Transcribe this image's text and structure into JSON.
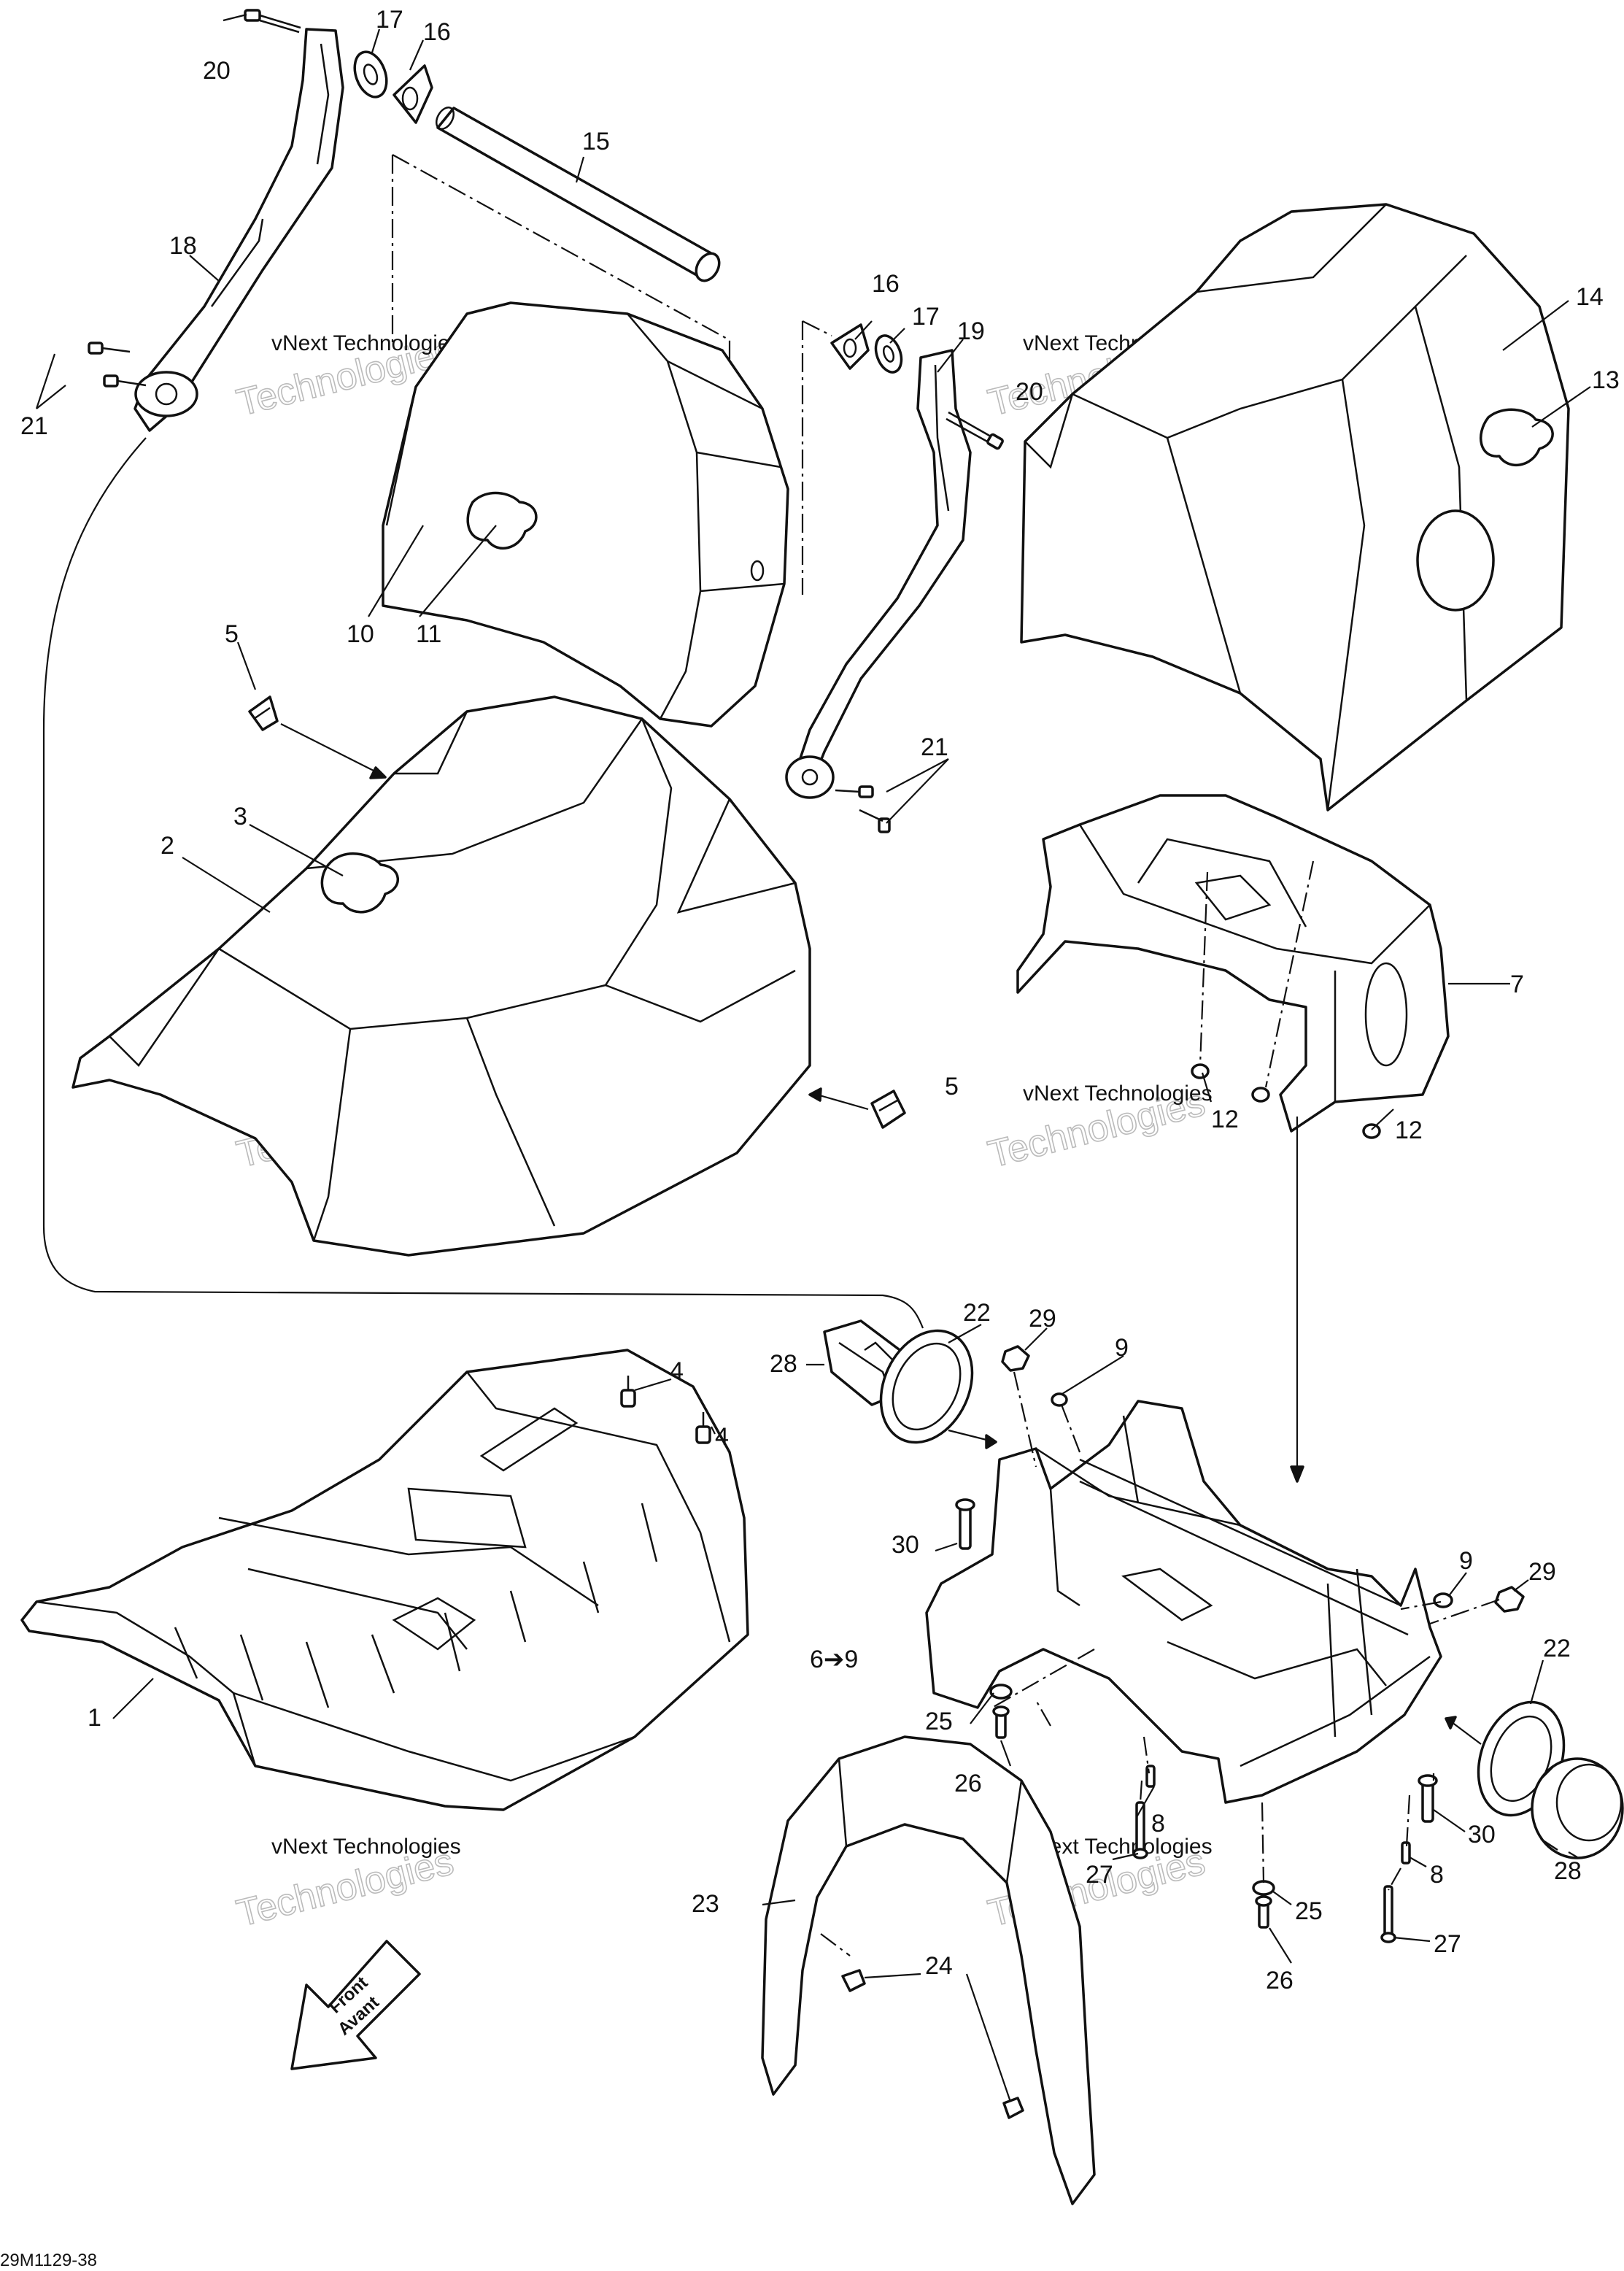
{
  "diagram_code": "29M1129-38",
  "front_arrow": {
    "line1": "Front",
    "line2": "Avant"
  },
  "watermark": {
    "line1": "vNext Technologies",
    "line2": "Technologies",
    "line3": "vNext"
  },
  "callouts": {
    "c1": "1",
    "c2": "2",
    "c3": "3",
    "c4a": "4",
    "c4b": "4",
    "c5a": "5",
    "c5b": "5",
    "c6": "6➔9",
    "c7": "7",
    "c8a": "8",
    "c8b": "8",
    "c9a": "9",
    "c9b": "9",
    "c10": "10",
    "c11": "11",
    "c12a": "12",
    "c12b": "12",
    "c13": "13",
    "c14": "14",
    "c15": "15",
    "c16a": "16",
    "c16b": "16",
    "c17a": "17",
    "c17b": "17",
    "c18": "18",
    "c19": "19",
    "c20a": "20",
    "c20b": "20",
    "c21a": "21",
    "c21b": "21",
    "c22a": "22",
    "c22b": "22",
    "c23": "23",
    "c24": "24",
    "c25a": "25",
    "c25b": "25",
    "c26a": "26",
    "c26b": "26",
    "c27a": "27",
    "c27b": "27",
    "c28a": "28",
    "c28b": "28",
    "c29a": "29",
    "c29b": "29",
    "c30a": "30",
    "c30b": "30"
  }
}
